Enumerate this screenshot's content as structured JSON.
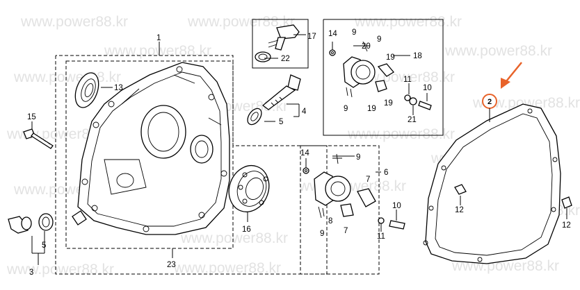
{
  "watermark": "www.power88.kr",
  "callouts": {
    "c1": "1",
    "c2": "2",
    "c3": "3",
    "c4": "4",
    "c5a": "5",
    "c5b": "5",
    "c6": "6",
    "c7a": "7",
    "c7b": "7",
    "c8": "8",
    "c9a": "9",
    "c9b": "9",
    "c9c": "9",
    "c9d": "9",
    "c9e": "9",
    "c10a": "10",
    "c10b": "10",
    "c11a": "11",
    "c11b": "11",
    "c12a": "12",
    "c12b": "12",
    "c13": "13",
    "c14a": "14",
    "c14b": "14",
    "c15": "15",
    "c16": "16",
    "c17": "17",
    "c18": "18",
    "c19a": "19",
    "c19b": "19",
    "c19c": "19",
    "c20": "20",
    "c21": "21",
    "c22": "22",
    "c23": "23"
  },
  "colors": {
    "highlight": "#e8632a",
    "ink": "#000000",
    "watermark": "#e2e2e2"
  }
}
